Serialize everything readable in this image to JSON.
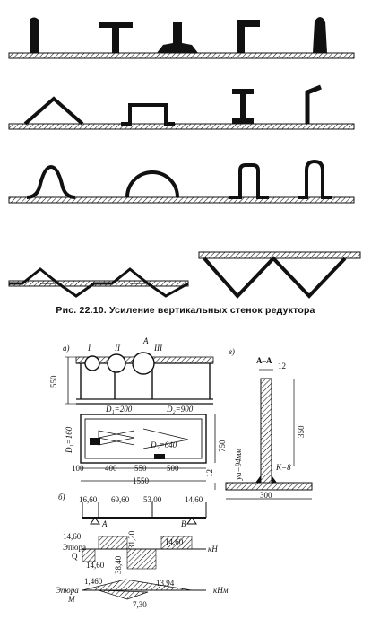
{
  "figure": {
    "caption": "Рис. 22.10. Усиление вертикальных стенок редуктора"
  },
  "drawing2": {
    "panels": {
      "a": "а)",
      "b": "б)",
      "v": "в)"
    },
    "stiffeners": {
      "I": "I",
      "II": "II",
      "III": "III"
    },
    "section_mark": "А",
    "section_title": "А–А",
    "dims": {
      "h550": "550",
      "h750": "750",
      "d200": "D₁=200",
      "d900": "D₂=900",
      "d160": "D₁=160",
      "d640": "D₂=640",
      "w100": "100",
      "w400": "400",
      "w550": "550",
      "w500": "500",
      "w1550": "1550",
      "t12_top": "12",
      "h350": "350",
      "t12_side": "12",
      "w300": "300",
      "ya": "уа=94мм",
      "k8": "K=8"
    },
    "loads": {
      "f1": "16,60",
      "f2": "69,60",
      "f3": "53,00",
      "f4": "14,60"
    },
    "supports": {
      "A": "А",
      "B": "В"
    },
    "shear": {
      "label1": "Эпюра",
      "label2": "Q",
      "unit": "кН",
      "v1": "14,60",
      "v2": "14,60",
      "v3": "31,20",
      "v4": "14,60",
      "v5": "38,40"
    },
    "moment": {
      "label1": "Эпюра",
      "label2": "М",
      "unit": "кНм",
      "v1": "1,460",
      "v2": "13,94",
      "v3": "7,30"
    }
  }
}
